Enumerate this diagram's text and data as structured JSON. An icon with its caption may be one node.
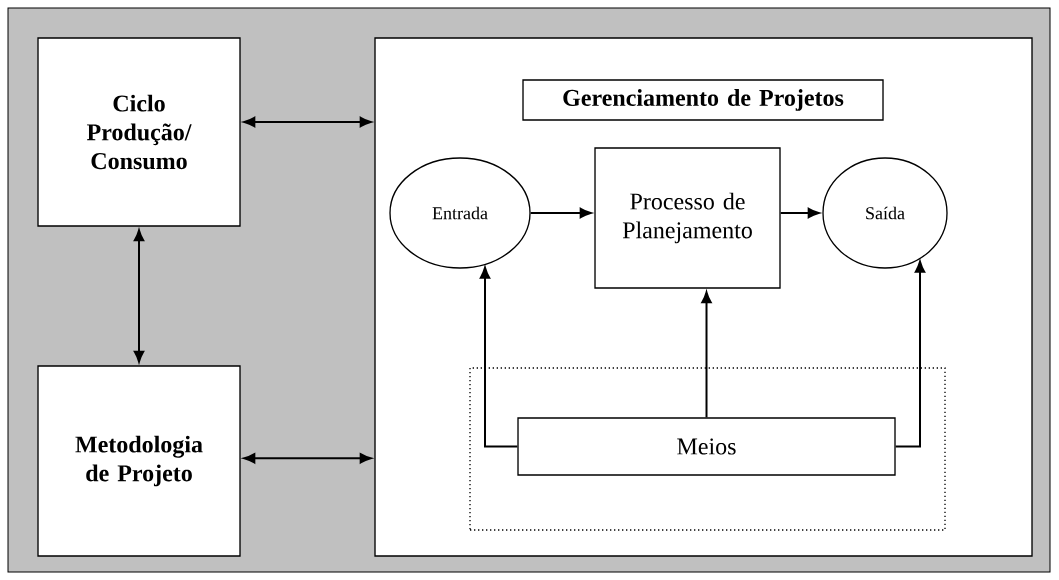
{
  "diagram": {
    "nodes": [
      {
        "text": [
          "Ciclo Produção/ Consumo"
        ]
      },
      {
        "text": [
          "Metodologia de Projeto"
        ]
      },
      {
        "text": [],
        "shape": "box"
      },
      {
        "text": [
          "Gerenciamento de Projetos"
        ],
        "in": 2
      },
      {
        "text": [
          "Entrada"
        ],
        "in": 2
      },
      {
        "text": [
          "Processo de Planejamento"
        ],
        "in": 2
      },
      {
        "text": [
          "Saída"
        ],
        "in": 2
      },
      {
        "text": [],
        "shape": "box",
        "in": 2
      },
      {
        "text": [
          "Meios"
        ],
        "in": 7
      }
    ],
    "edges": [
      {
        "from": 0,
        "to": 2,
        "arrow": "both"
      },
      {
        "from": 0,
        "to": 1,
        "arrow": "both"
      },
      {
        "from": 1,
        "to": 2,
        "arrow": "both"
      },
      {
        "from": 4,
        "to": 5,
        "arrow": "to"
      },
      {
        "from": 5,
        "to": 6,
        "arrow": "to"
      },
      {
        "from": 8,
        "to": 4,
        "arrow": "to"
      },
      {
        "from": 8,
        "to": 5,
        "arrow": "to"
      },
      {
        "from": 8,
        "to": 6,
        "arrow": "to"
      }
    ]
  }
}
